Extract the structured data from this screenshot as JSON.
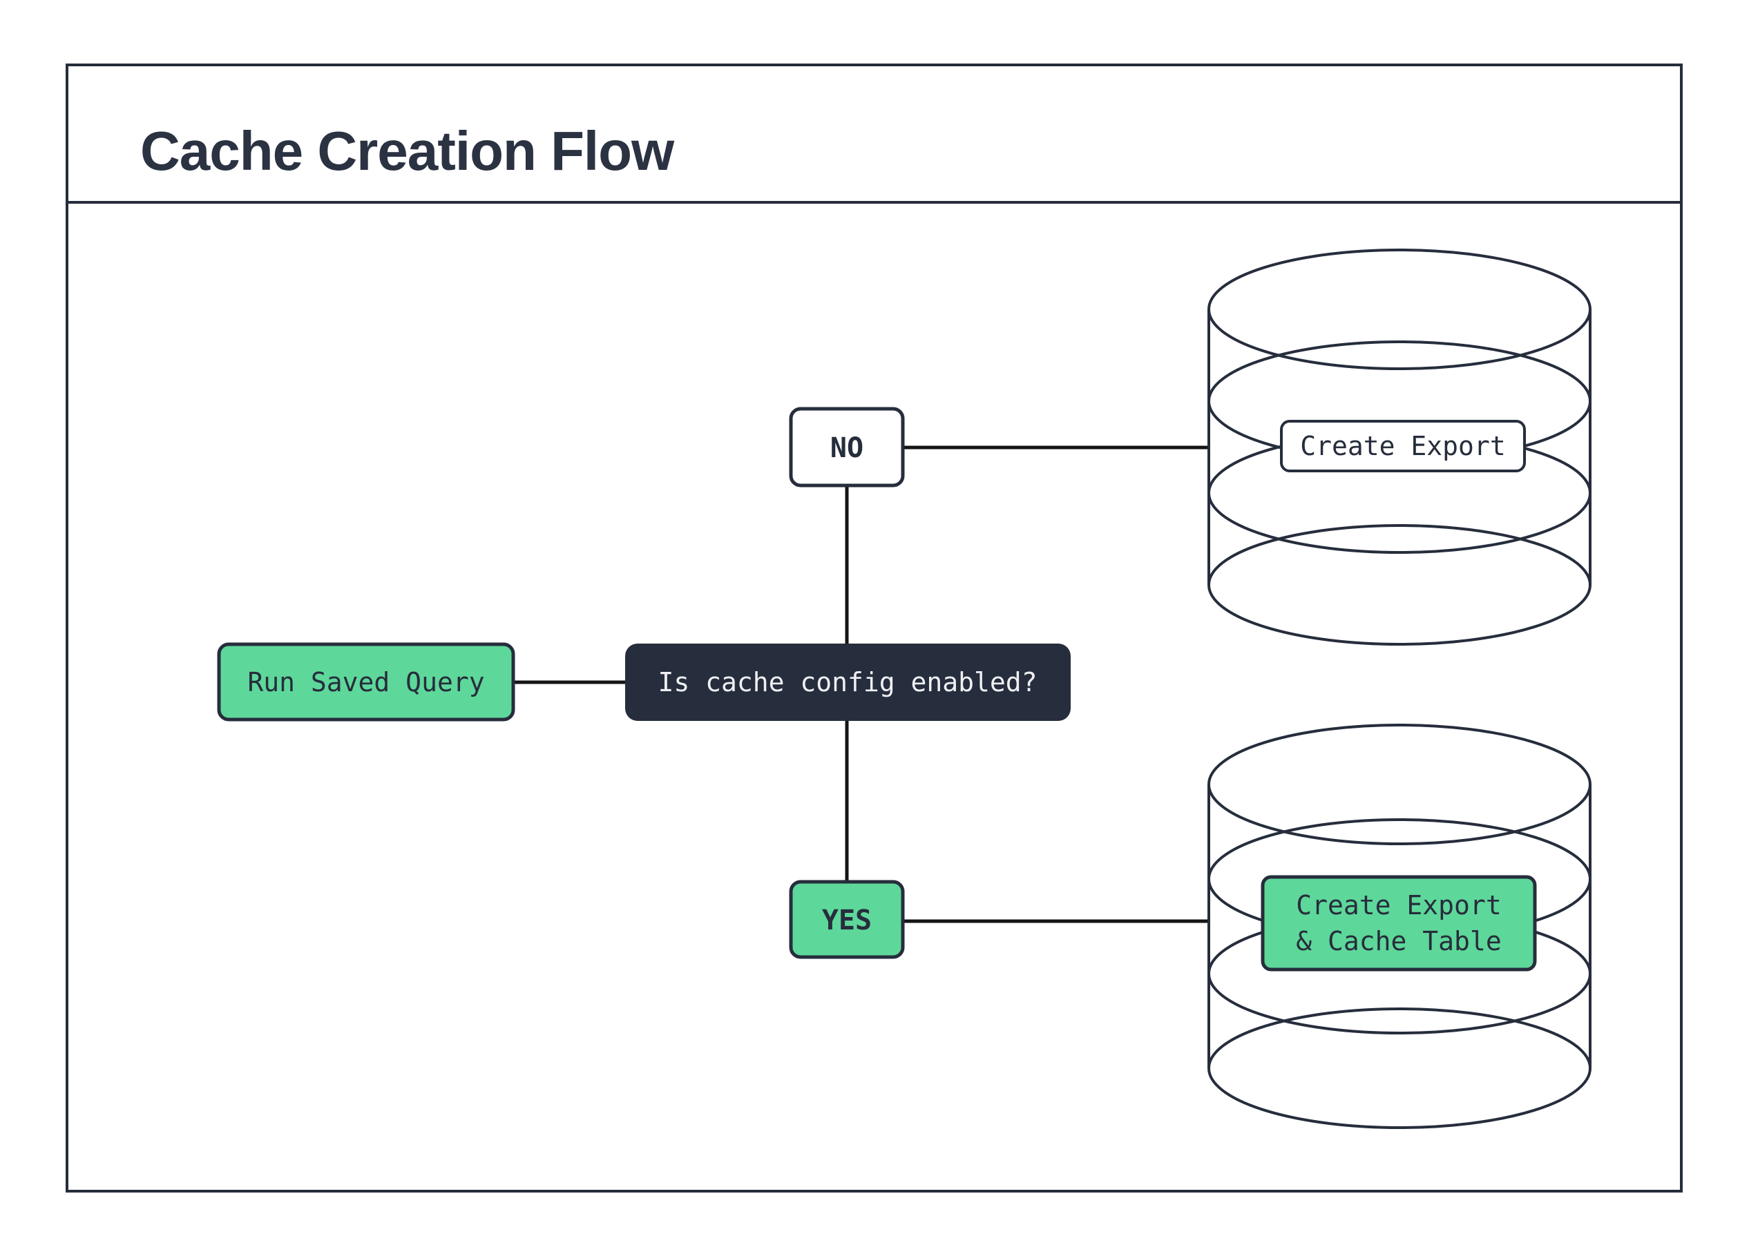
{
  "title": "Cache Creation Flow",
  "colors": {
    "navy": "#262d3c",
    "green": "#5ed79a",
    "connector_black": "#141414",
    "light_text": "#eef0f2",
    "background": "#ffffff"
  },
  "nodes": {
    "start": {
      "label": "Run Saved Query"
    },
    "decision": {
      "label": "Is cache config enabled?"
    },
    "branch_no": {
      "label": "NO"
    },
    "branch_yes": {
      "label": "YES"
    },
    "no_result": {
      "label": "Create Export"
    },
    "yes_result": {
      "line1": "Create Export",
      "line2": "& Cache Table"
    }
  },
  "icons": {
    "no_result_target": "database-cylinder-icon",
    "yes_result_target": "database-cylinder-icon"
  }
}
